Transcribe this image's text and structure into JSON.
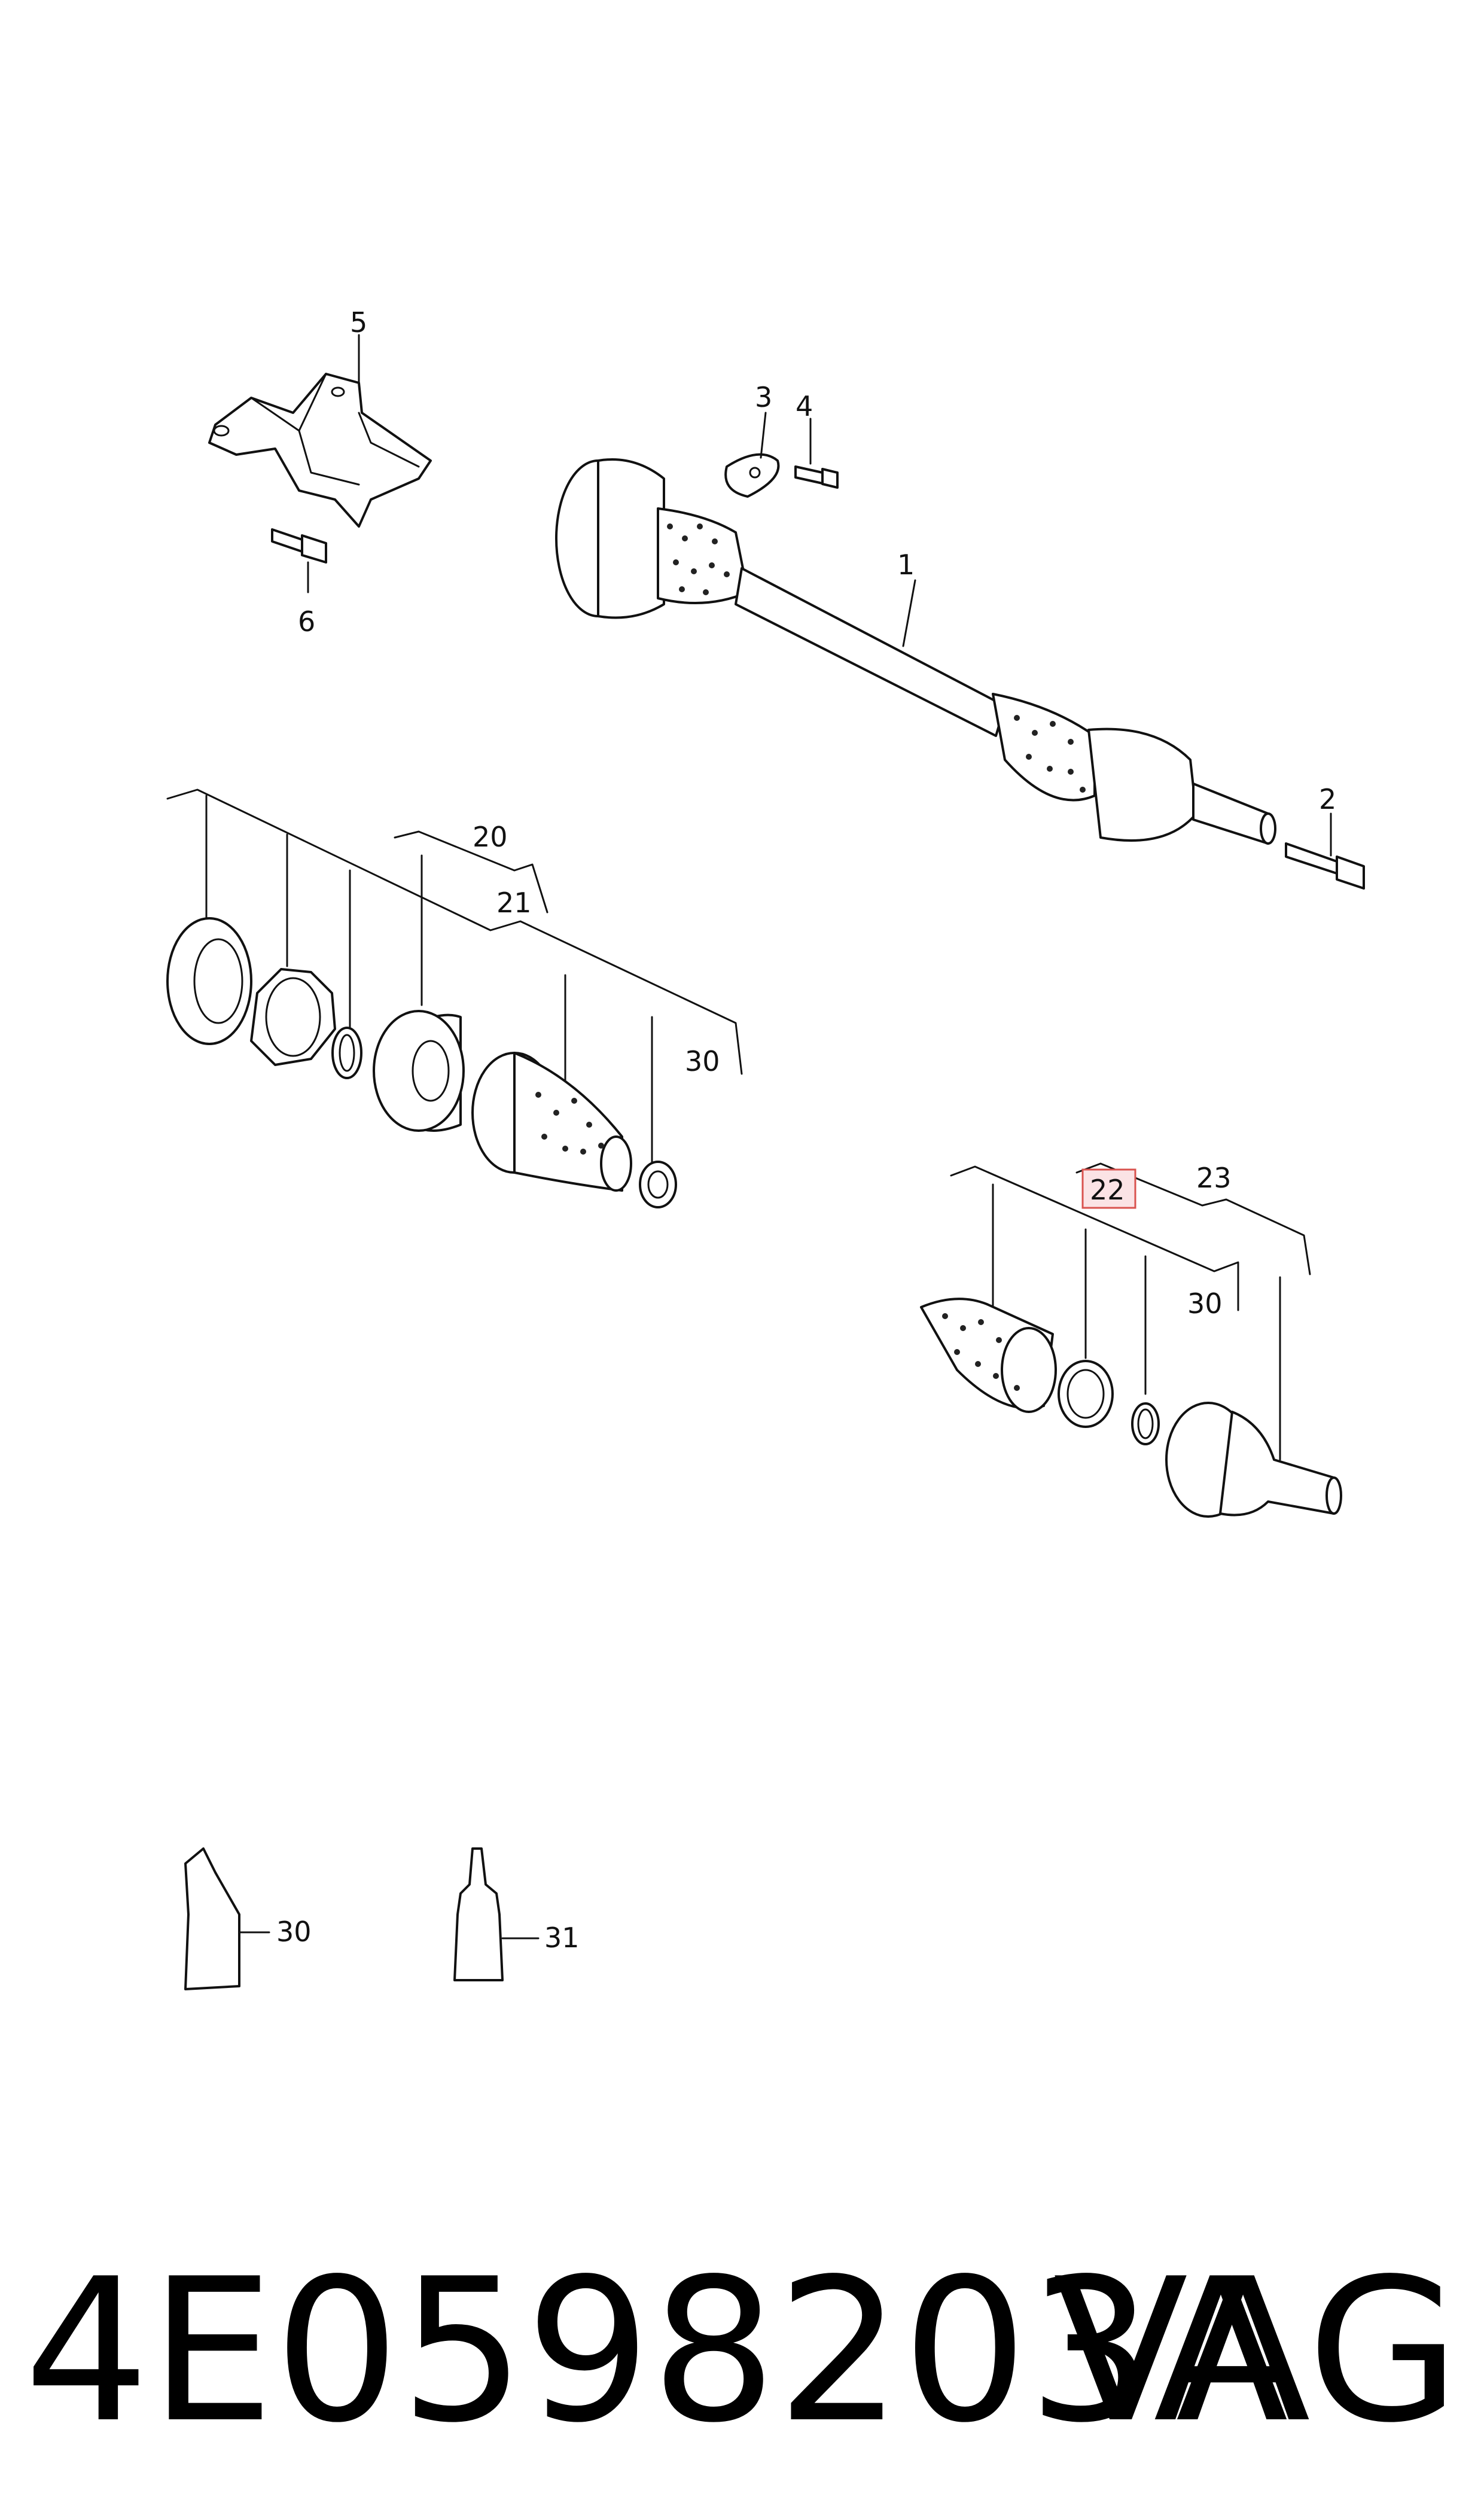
{
  "diagram": {
    "callouts": {
      "c1": "1",
      "c2": "2",
      "c3": "3",
      "c4": "4",
      "c5": "5",
      "c6": "6",
      "c20": "20",
      "c21": "21",
      "c22": "22",
      "c23": "23",
      "c30_upper": "30",
      "c30_middle": "30",
      "c30_tube": "30",
      "c31": "31"
    },
    "highlighted_callout": "22",
    "highlight_color": "#d9534f"
  },
  "footer": {
    "part_number": "4E0598203A",
    "brand": "VAG"
  }
}
